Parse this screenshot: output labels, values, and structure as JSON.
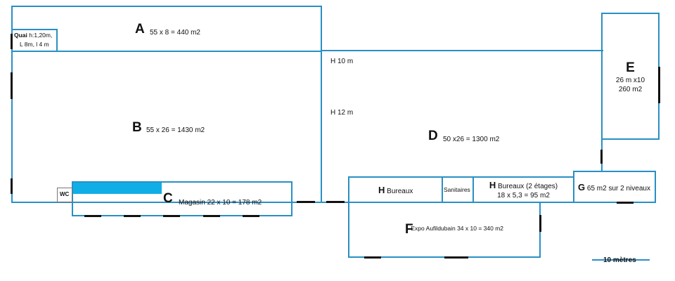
{
  "plan": {
    "accent_color": "#2a8fc4",
    "quai": {
      "label": "Quai",
      "details": "h:1,20m,",
      "details2": "L 8m, l 4 m"
    },
    "zone_a": {
      "letter": "A",
      "area": "55 x 8 = 440 m2"
    },
    "zone_b": {
      "letter": "B",
      "area": "55 x 26 = 1430 m2"
    },
    "zone_c": {
      "letter": "C",
      "area": "Magasin  22 x 10 = 178 m2"
    },
    "zone_d": {
      "letter": "D",
      "area": "50 x26 = 1300 m2"
    },
    "zone_e": {
      "letter": "E",
      "area": "26 m x10",
      "area2": "260 m2"
    },
    "zone_f": {
      "letter": "F",
      "area": "Expo Aufildubain 34 x 10 = 340 m2"
    },
    "zone_g": {
      "letter": "G",
      "area": "65 m2 sur 2 niveaux"
    },
    "bureaux_1": {
      "letter": "H",
      "label": "Bureaux"
    },
    "sanitaires": {
      "label": "Sanitaires"
    },
    "bureaux_2": {
      "letter": "H",
      "label": "Bureaux  (2 étages)",
      "area": "18 x 5,3 = 95 m2"
    },
    "wc": {
      "label": "WC"
    },
    "height_10": "H 10 m",
    "height_12": "H 12 m",
    "scale": {
      "label": "10 mètres"
    }
  }
}
